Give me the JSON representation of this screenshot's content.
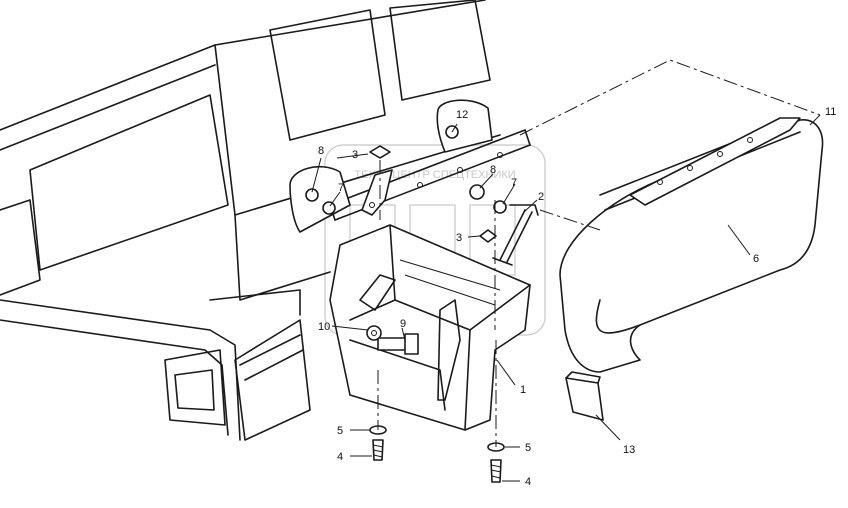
{
  "diagram": {
    "callouts": [
      {
        "id": "c1",
        "text": "1"
      },
      {
        "id": "c2",
        "text": "2"
      },
      {
        "id": "c3a",
        "text": "3"
      },
      {
        "id": "c3b",
        "text": "3"
      },
      {
        "id": "c4a",
        "text": "4"
      },
      {
        "id": "c4b",
        "text": "4"
      },
      {
        "id": "c5a",
        "text": "5"
      },
      {
        "id": "c5b",
        "text": "5"
      },
      {
        "id": "c6",
        "text": "6"
      },
      {
        "id": "c7a",
        "text": "7"
      },
      {
        "id": "c7b",
        "text": "7"
      },
      {
        "id": "c8a",
        "text": "8"
      },
      {
        "id": "c8b",
        "text": "8"
      },
      {
        "id": "c9",
        "text": "9"
      },
      {
        "id": "c10",
        "text": "10"
      },
      {
        "id": "c11",
        "text": "11"
      },
      {
        "id": "c12",
        "text": "12"
      },
      {
        "id": "c13",
        "text": "13"
      }
    ],
    "watermark_text": "ТЕХНОЦЕНТР СПЕЦТЕХНИКИ"
  },
  "colors": {
    "line": "#1a1a1a",
    "background": "#ffffff",
    "watermark": "#9a9a9a"
  }
}
